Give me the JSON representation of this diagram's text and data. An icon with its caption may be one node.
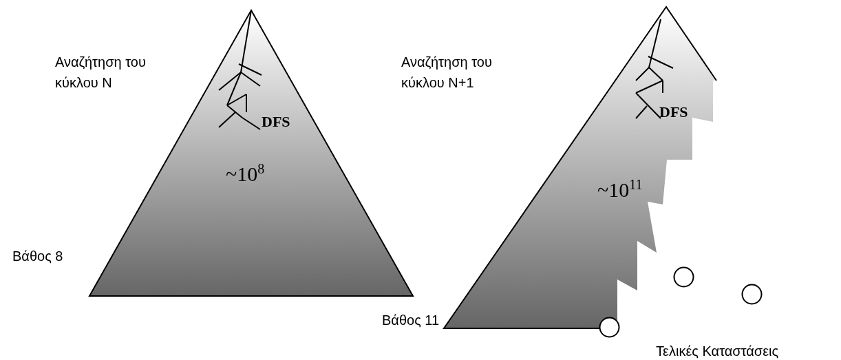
{
  "diagram": {
    "nodes": [
      {
        "text": [
          "DFS",
          "~10$^{8}$"
        ],
        "beside": [
          "Αναζήτηση του κύκλου N",
          "Βάθος 8"
        ]
      },
      {
        "text": [
          "DFS",
          "~10$^{11}$"
        ],
        "beside": [
          "Αναζήτηση του κύκλου N+1",
          "Βάθος 11"
        ]
      },
      {
        "text": [],
        "shape": "circle"
      },
      {
        "text": [],
        "shape": "circle"
      },
      {
        "text": [],
        "shape": "circle"
      }
    ],
    "edges": [],
    "labels": [
      "Τελικές Καταστάσεις"
    ]
  }
}
